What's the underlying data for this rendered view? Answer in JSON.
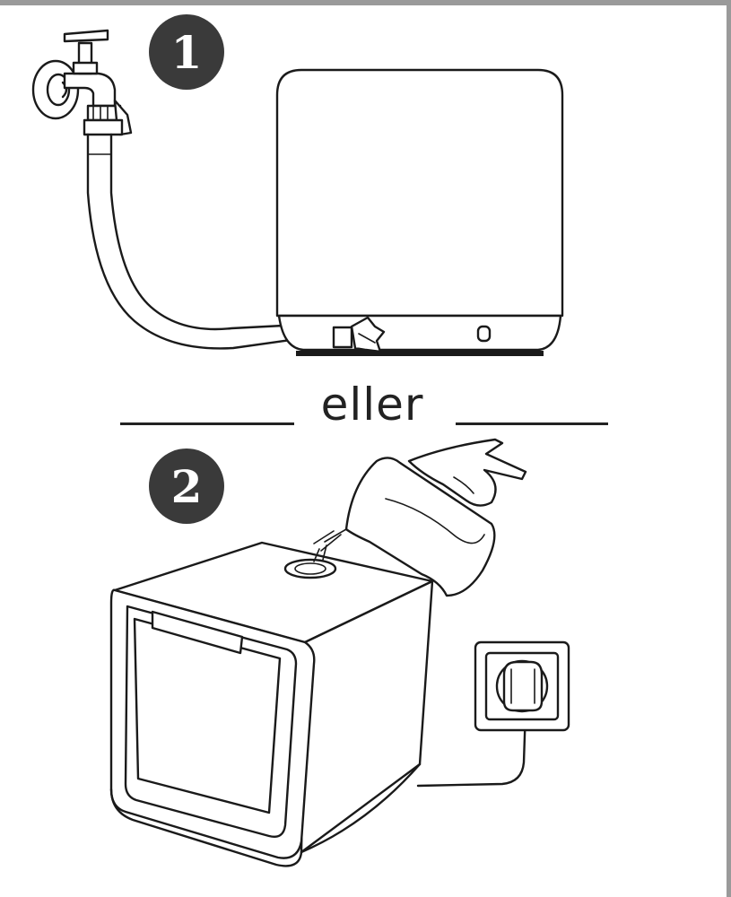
{
  "steps": {
    "step1": {
      "number": "1"
    },
    "step2": {
      "number": "2"
    }
  },
  "divider": {
    "word": "eller"
  },
  "colors": {
    "badge": "#3a3a3a",
    "line": "#1a1a1a",
    "background": "#ffffff"
  },
  "illustrations": {
    "step1": [
      "faucet-icon",
      "inlet-hose",
      "dishwasher-rear-view",
      "hose-connector"
    ],
    "step2": [
      "dishwasher-front-view",
      "water-jug",
      "hand",
      "wall-socket-icon",
      "power-plug-icon"
    ]
  }
}
